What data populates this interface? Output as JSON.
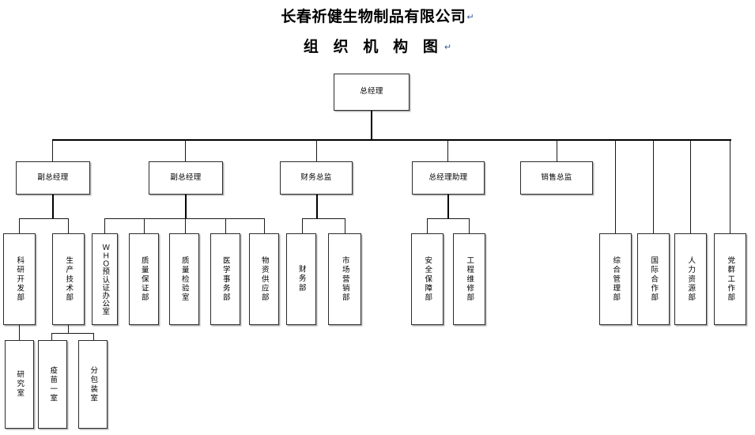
{
  "document": {
    "title_line_1": "长春祈健生物制品有限公司",
    "title_line_2": "组 织 机 构 图",
    "pilcrow": "↵"
  },
  "chart_type": "organization-chart",
  "nodes": {
    "general_manager": "总经理",
    "deputy_gm_1": "副总经理",
    "deputy_gm_2": "副总经理",
    "finance_director": "财务总监",
    "gm_assistant": "总经理助理",
    "sales_director": "销售总监",
    "rd_dept": "科研开发部",
    "production_tech_dept": "生产技术部",
    "who_office": "ＷＨＯ预认证办公室",
    "qa_dept": "质量保证部",
    "qc_lab": "质量检验室",
    "medical_affairs_dept": "医学事务部",
    "materials_supply_dept": "物资供应部",
    "finance_dept": "财务部",
    "marketing_dept": "市场营销部",
    "safety_dept": "安全保障部",
    "engineering_maint_dept": "工程维修部",
    "general_admin_dept": "综合管理部",
    "intl_cooperation_dept": "国际合作部",
    "hr_dept": "人力资源部",
    "party_work_dept": "党群工作部",
    "research_lab": "研究室",
    "vaccine_lab_1": "疫苗一室",
    "packaging_lab": "分包装室"
  },
  "colors": {
    "line": "#1a1a1a",
    "box_border": "#2b2b2b",
    "background": "#ffffff",
    "pilcrow": "#3b5b92"
  }
}
